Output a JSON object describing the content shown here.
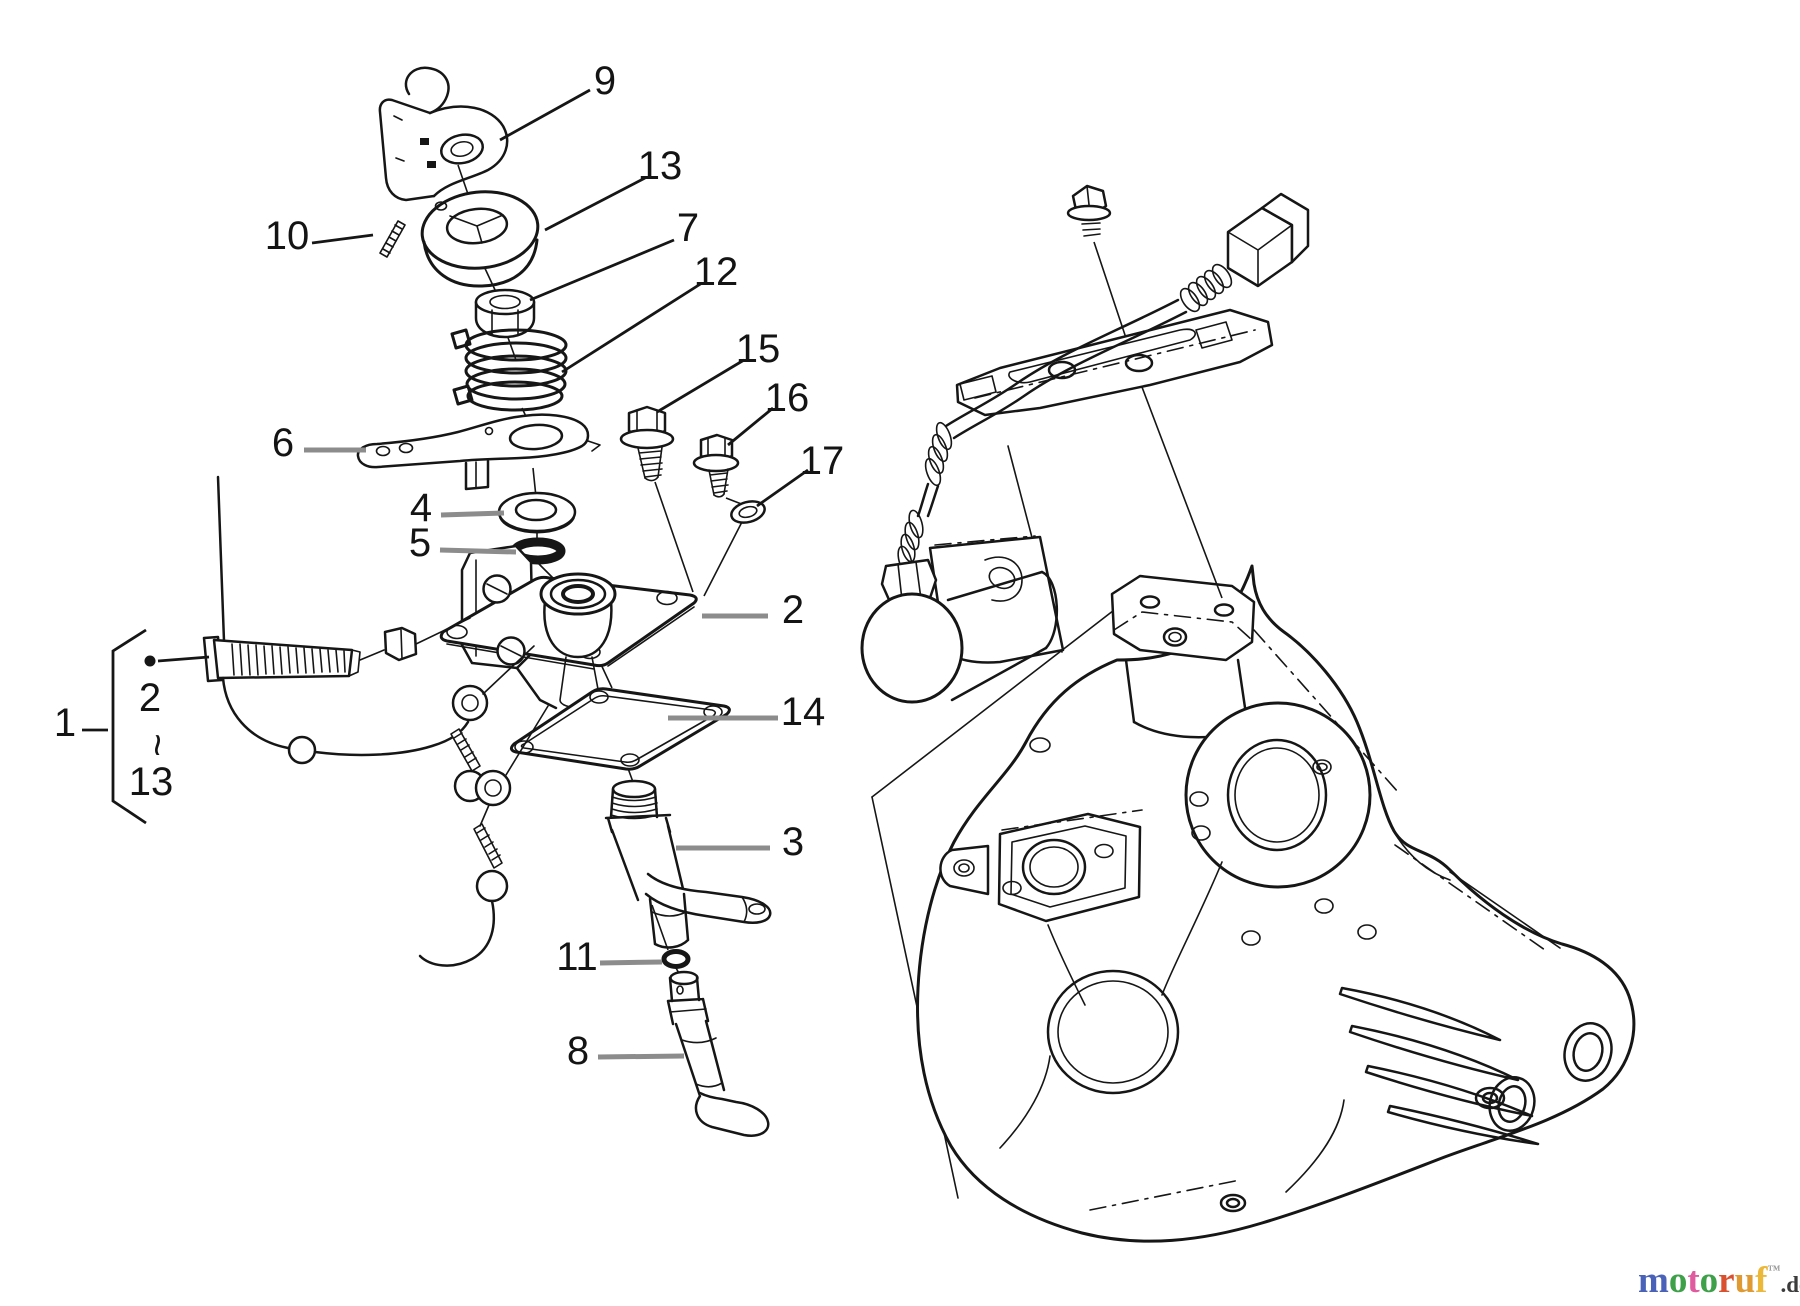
{
  "figure": {
    "type": "exploded-parts-diagram",
    "callouts": {
      "n1": "1",
      "n2": "2",
      "n3": "3",
      "n4": "4",
      "n5": "5",
      "n6": "6",
      "n7": "7",
      "n8": "8",
      "n9": "9",
      "n10": "10",
      "n11": "11",
      "n12": "12",
      "n13": "13",
      "n14": "14",
      "n15": "15",
      "n16": "16",
      "n17": "17"
    },
    "group_range": {
      "group": "1",
      "first": "2",
      "tilde": "~",
      "last": "13"
    }
  },
  "watermark": {
    "letters": [
      {
        "ch": "m",
        "color": "#4a63b8"
      },
      {
        "ch": "o",
        "color": "#3fa04a"
      },
      {
        "ch": "t",
        "color": "#df5a9e"
      },
      {
        "ch": "o",
        "color": "#3fa04a"
      },
      {
        "ch": "r",
        "color": "#d9512e"
      },
      {
        "ch": "u",
        "color": "#df9a33"
      },
      {
        "ch": "f",
        "color": "#ecb83a"
      }
    ],
    "mark": "™",
    "mark_color": "#9a9a9a",
    "suffix": ".de",
    "suffix_color": "#3c3c3c"
  }
}
